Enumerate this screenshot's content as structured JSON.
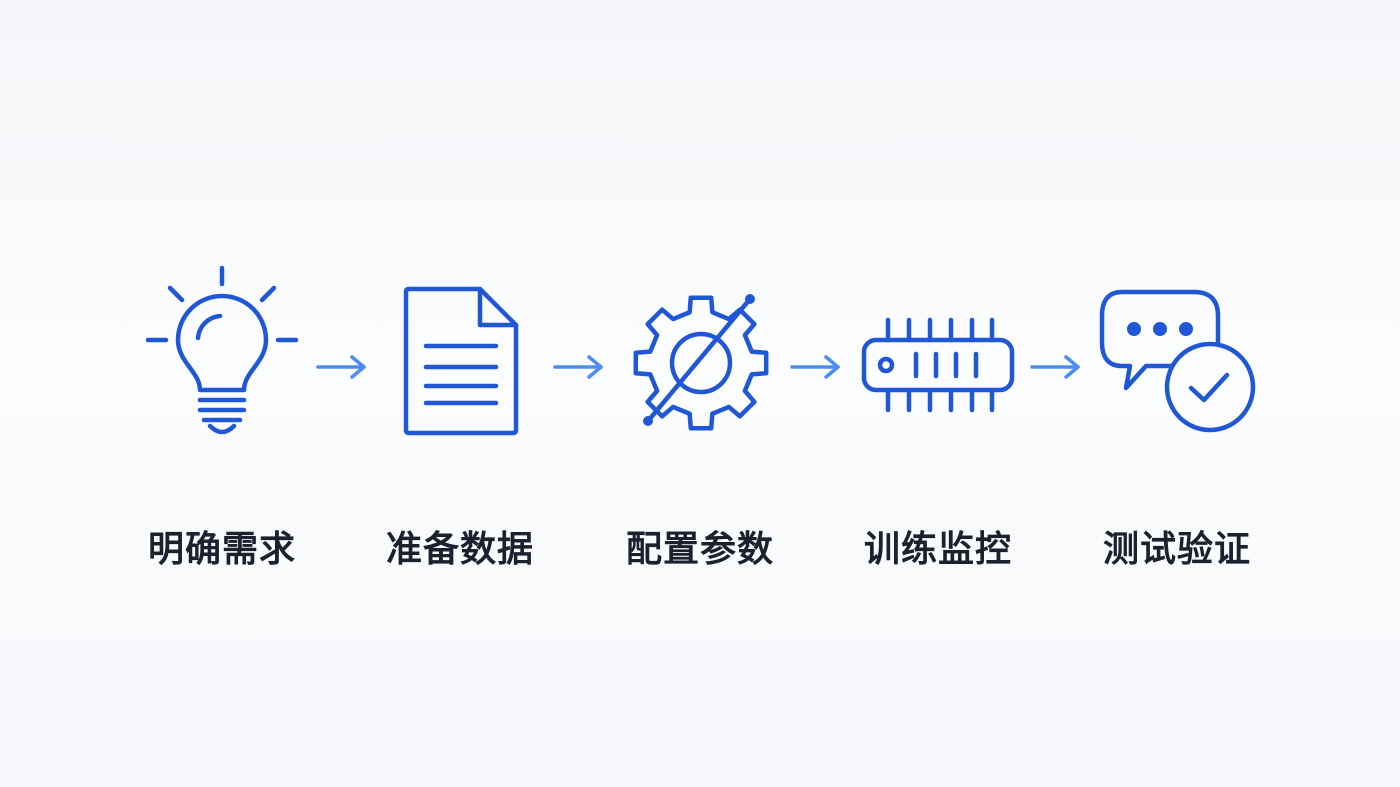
{
  "steps": [
    {
      "label": "明确需求",
      "icon": "lightbulb-icon"
    },
    {
      "label": "准备数据",
      "icon": "document-icon"
    },
    {
      "label": "配置参数",
      "icon": "gear-slash-icon"
    },
    {
      "label": "训练监控",
      "icon": "chip-icon"
    },
    {
      "label": "测试验证",
      "icon": "chat-check-icon"
    }
  ],
  "colors": {
    "icon": "#1f57d6",
    "arrow": "#4c8df0",
    "text": "#1c2130"
  }
}
